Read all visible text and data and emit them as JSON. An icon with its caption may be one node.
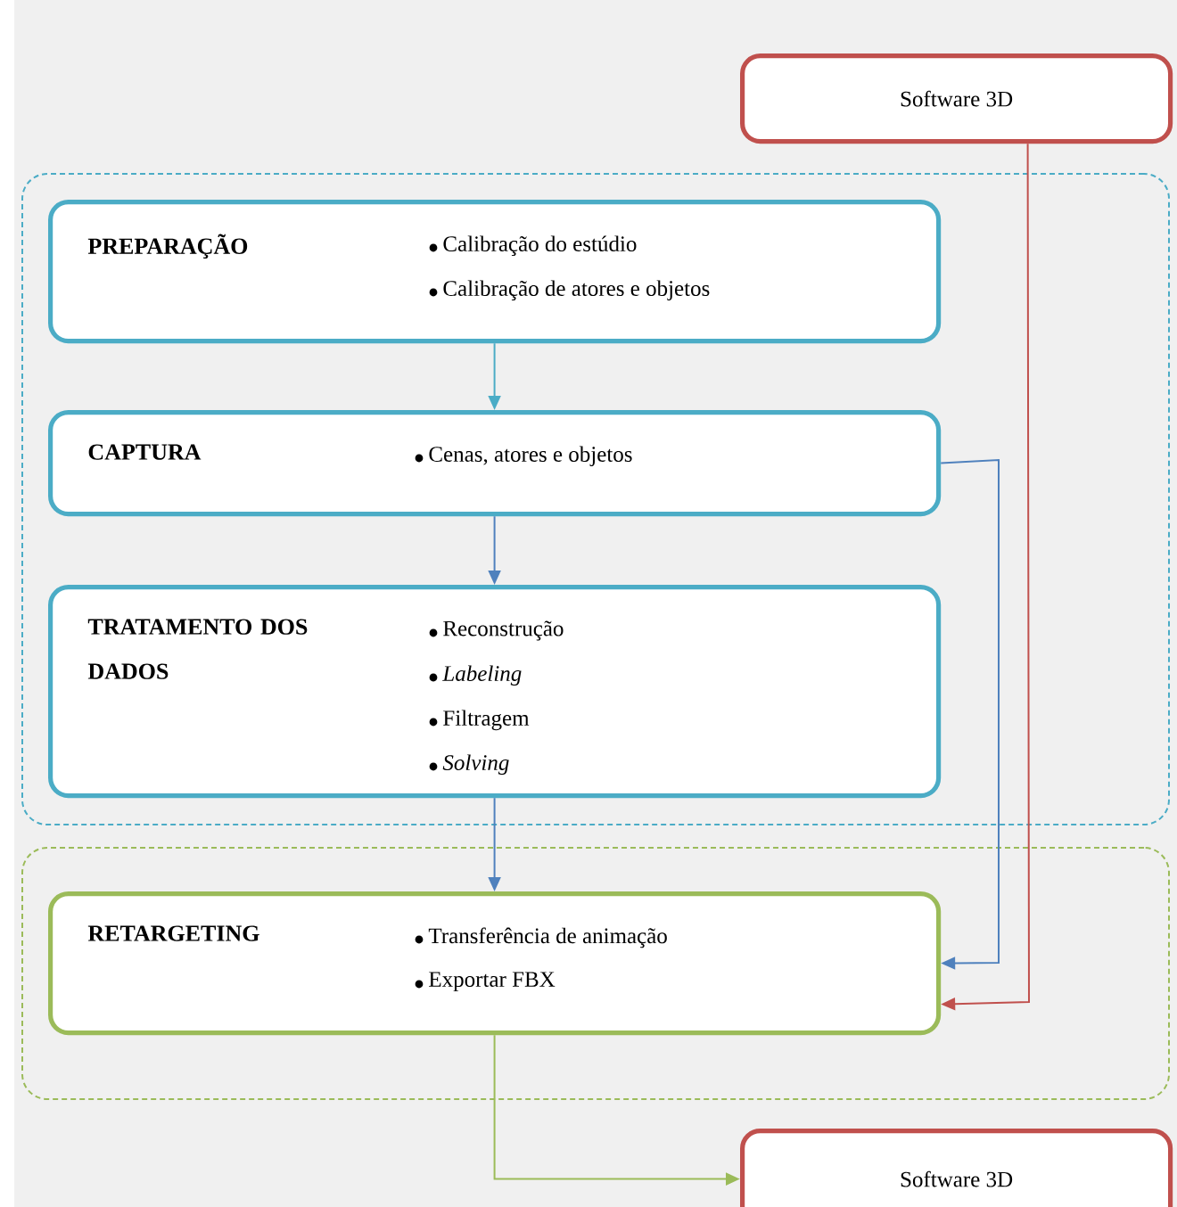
{
  "diagram": {
    "nodes": [
      {
        "text": [
          "Software 3D"
        ]
      },
      {
        "text": [],
        "shape": "box"
      },
      {
        "text": [
          "PREPARAÇÃO",
          "Calibração do estúdio",
          "Calibração de atores e objetos"
        ],
        "in": 1
      },
      {
        "text": [
          "CAPTURA",
          "Cenas, atores e objetos"
        ],
        "in": 1
      },
      {
        "text": [
          "TRATAMENTO DOS DADOS",
          "Reconstrução",
          "*Labeling*",
          "Filtragem",
          "*Solving*"
        ],
        "in": 1
      },
      {
        "text": [],
        "shape": "box"
      },
      {
        "text": [
          "RETARGETING",
          "Transferência de animação",
          "Exportar FBX"
        ],
        "in": 5
      },
      {
        "text": [
          "Software 3D"
        ]
      }
    ],
    "edges": [
      {
        "from": 2,
        "to": 3,
        "arrow": "to",
        "color": "#4bacc6"
      },
      {
        "from": 3,
        "to": 4,
        "arrow": "to"
      },
      {
        "from": 4,
        "to": 6,
        "arrow": "to"
      },
      {
        "from": 3,
        "to": 6,
        "arrow": "to"
      },
      {
        "from": 0,
        "to": 6,
        "arrow": "to",
        "color": "#c0504d"
      },
      {
        "from": 6,
        "to": 7,
        "arrow": "to",
        "color": "#9bbb59"
      }
    ]
  }
}
